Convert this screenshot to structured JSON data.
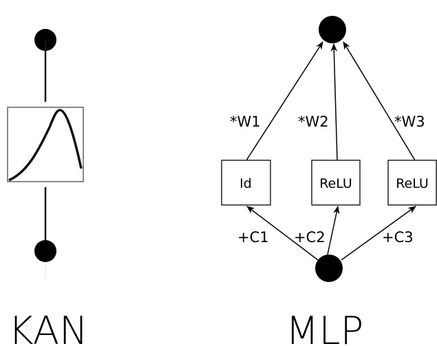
{
  "kan": {
    "title": "KAN",
    "activation_curve": "bell-shaped (gaussian-like) spline",
    "nodes": [
      "input",
      "output"
    ]
  },
  "mlp": {
    "title": "MLP",
    "boxes": [
      {
        "label": "Id"
      },
      {
        "label": "ReLU"
      },
      {
        "label": "ReLU"
      }
    ],
    "weight_labels": [
      "*W1",
      "*W2",
      "*W3"
    ],
    "bias_labels": [
      "+C1",
      "+C2",
      "+C3"
    ]
  }
}
